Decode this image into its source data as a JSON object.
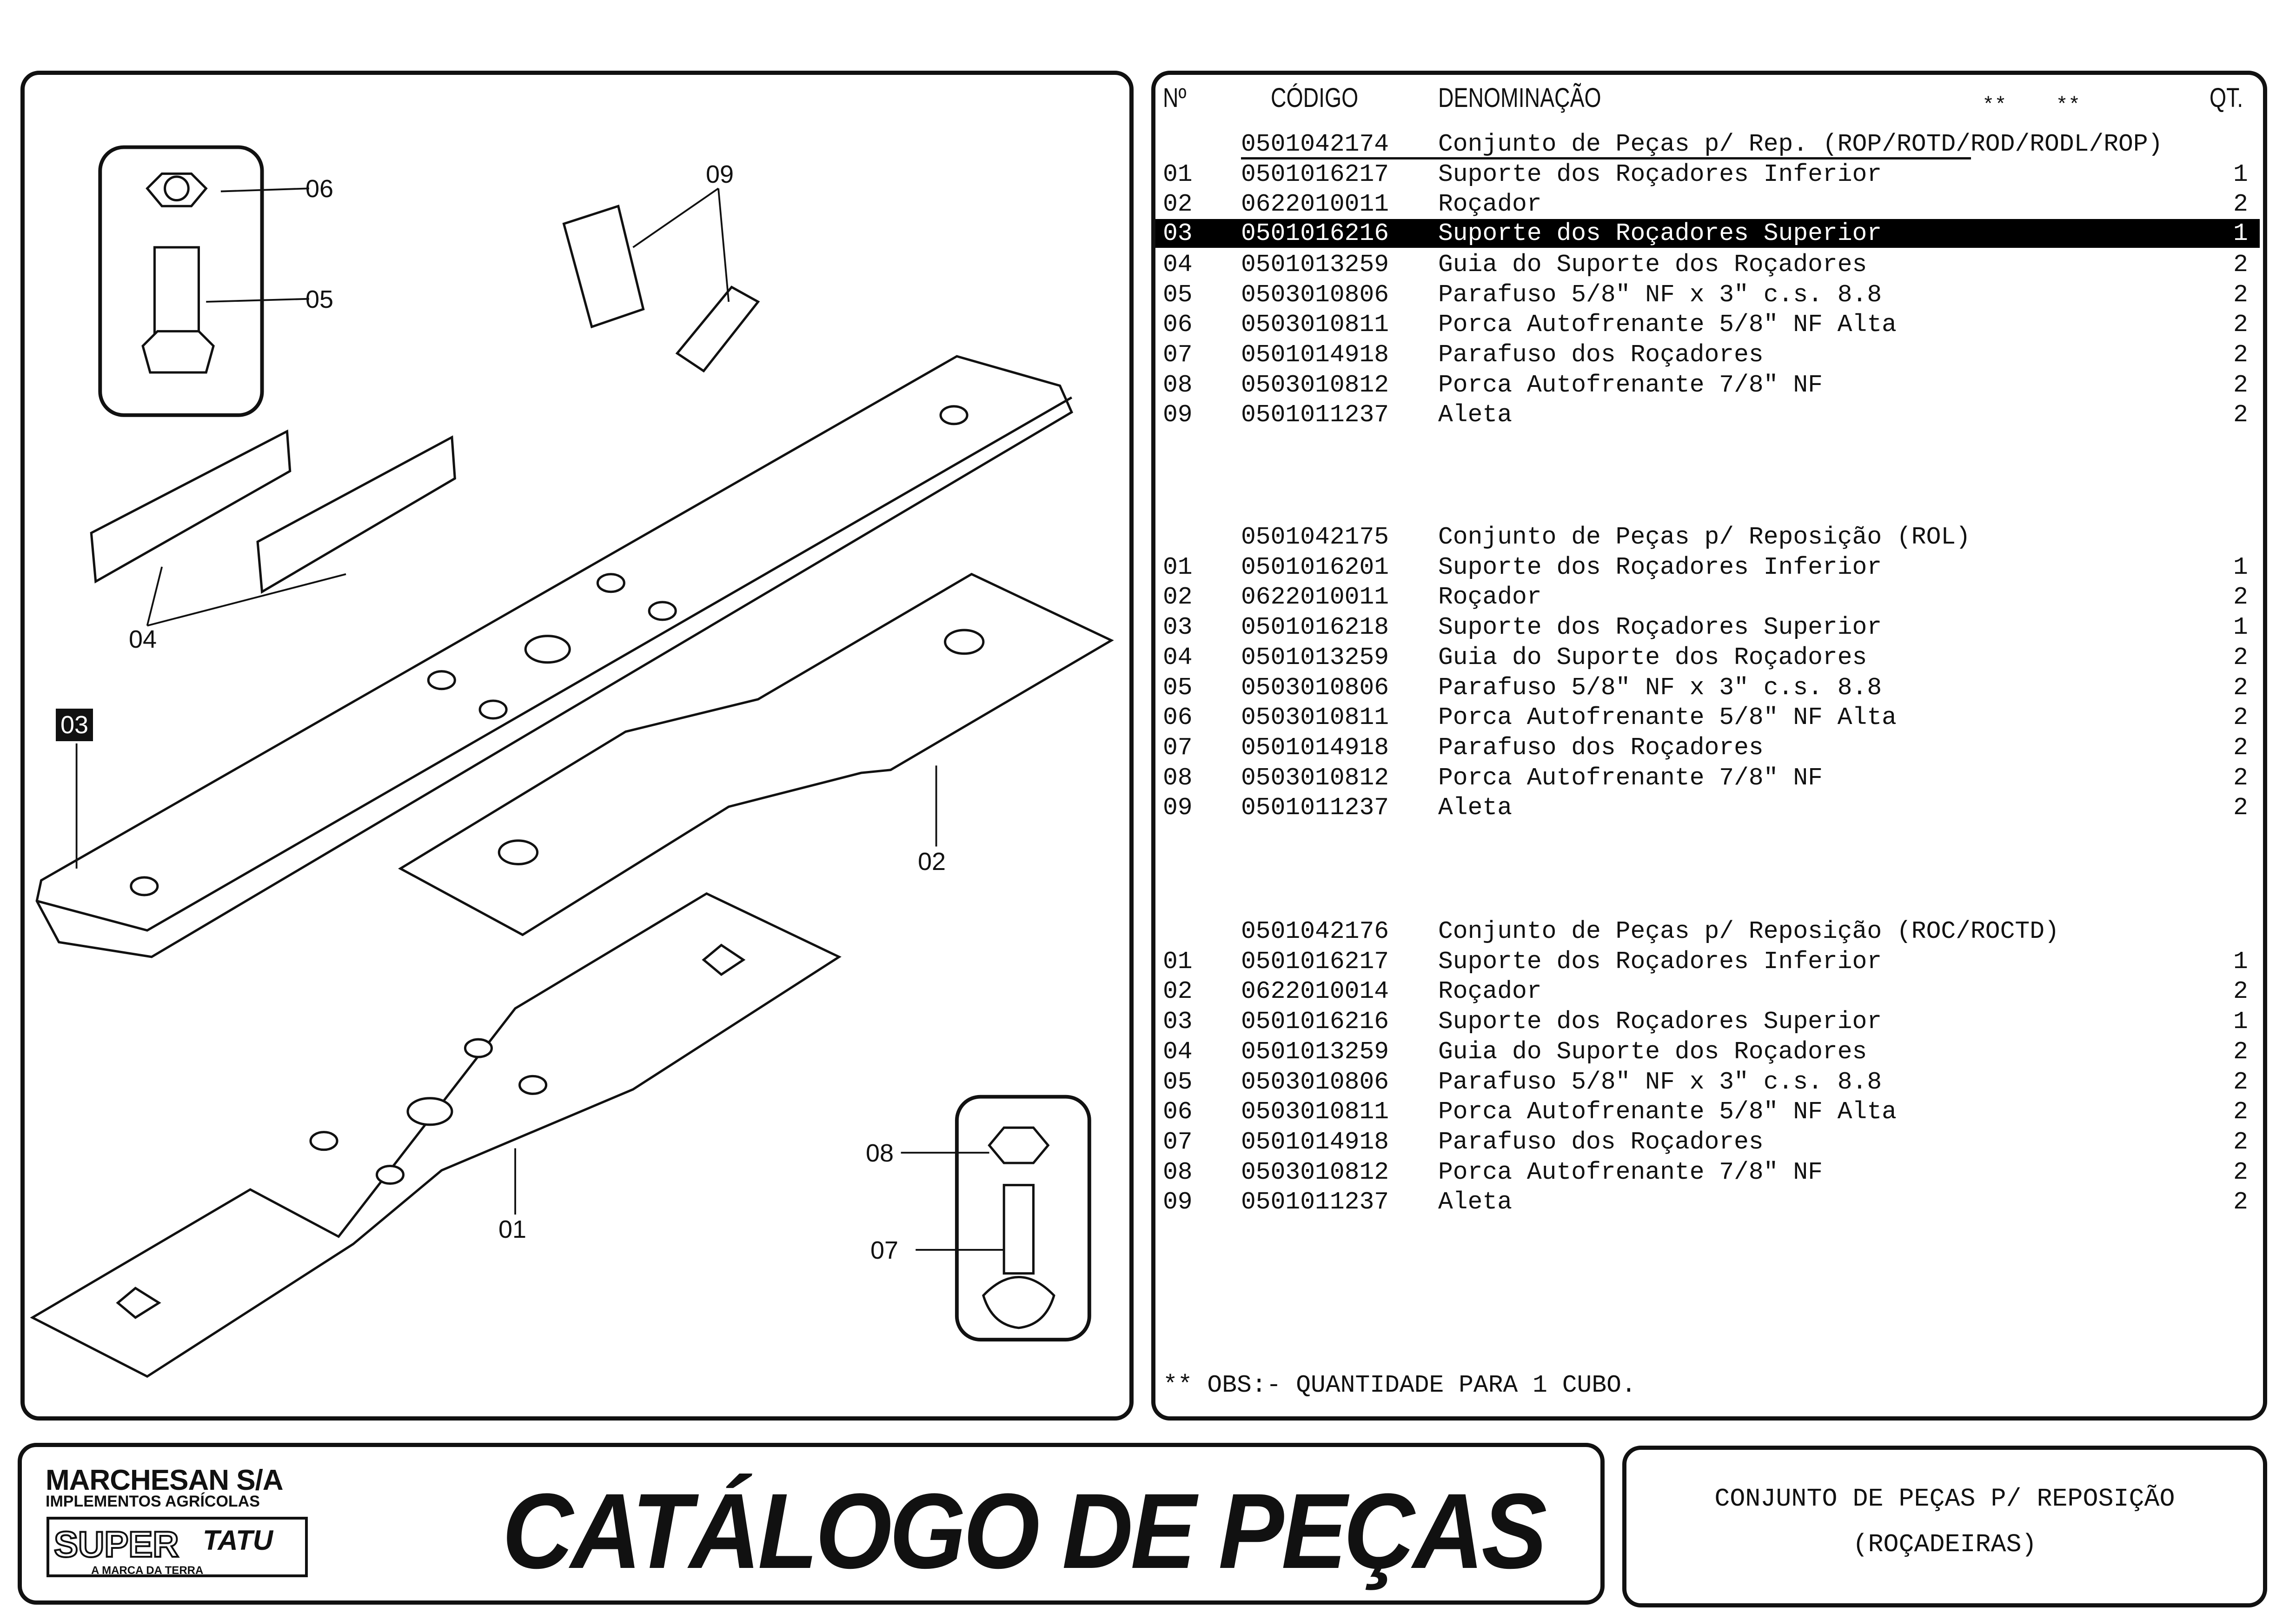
{
  "table": {
    "headers": {
      "no": "Nº",
      "code": "CÓDIGO",
      "desc": "DENOMINAÇÃO",
      "stars": "**    **",
      "qty": "QT."
    },
    "blocks": [
      {
        "code": "0501042174",
        "title": "Conjunto de Peças p/ Rep. (ROP/ROTD/ROD/RODL/ROP)",
        "rows": [
          {
            "no": "01",
            "code": "0501016217",
            "desc": "Suporte dos Roçadores Inferior",
            "qty": "1"
          },
          {
            "no": "02",
            "code": "0622010011",
            "desc": "Roçador",
            "qty": "2"
          },
          {
            "no": "03",
            "code": "0501016216",
            "desc": "Suporte dos Roçadores Superior",
            "qty": "1",
            "highlighted": true
          },
          {
            "no": "04",
            "code": "0501013259",
            "desc": "Guia do Suporte dos Roçadores",
            "qty": "2"
          },
          {
            "no": "05",
            "code": "0503010806",
            "desc": "Parafuso 5/8\" NF x 3\" c.s. 8.8",
            "qty": "2"
          },
          {
            "no": "06",
            "code": "0503010811",
            "desc": "Porca Autofrenante 5/8\" NF Alta",
            "qty": "2"
          },
          {
            "no": "07",
            "code": "0501014918",
            "desc": "Parafuso dos Roçadores",
            "qty": "2"
          },
          {
            "no": "08",
            "code": "0503010812",
            "desc": "Porca Autofrenante 7/8\" NF",
            "qty": "2"
          },
          {
            "no": "09",
            "code": "0501011237",
            "desc": "Aleta",
            "qty": "2"
          }
        ]
      },
      {
        "code": "0501042175",
        "title": "Conjunto de Peças p/ Reposição (ROL)",
        "rows": [
          {
            "no": "01",
            "code": "0501016201",
            "desc": "Suporte dos Roçadores Inferior",
            "qty": "1"
          },
          {
            "no": "02",
            "code": "0622010011",
            "desc": "Roçador",
            "qty": "2"
          },
          {
            "no": "03",
            "code": "0501016218",
            "desc": "Suporte dos Roçadores Superior",
            "qty": "1"
          },
          {
            "no": "04",
            "code": "0501013259",
            "desc": "Guia do Suporte dos Roçadores",
            "qty": "2"
          },
          {
            "no": "05",
            "code": "0503010806",
            "desc": "Parafuso 5/8\" NF x 3\" c.s. 8.8",
            "qty": "2"
          },
          {
            "no": "06",
            "code": "0503010811",
            "desc": "Porca Autofrenante 5/8\" NF Alta",
            "qty": "2"
          },
          {
            "no": "07",
            "code": "0501014918",
            "desc": "Parafuso dos Roçadores",
            "qty": "2"
          },
          {
            "no": "08",
            "code": "0503010812",
            "desc": "Porca Autofrenante 7/8\" NF",
            "qty": "2"
          },
          {
            "no": "09",
            "code": "0501011237",
            "desc": "Aleta",
            "qty": "2"
          }
        ]
      },
      {
        "code": "0501042176",
        "title": "Conjunto de Peças p/ Reposição (ROC/ROCTD)",
        "rows": [
          {
            "no": "01",
            "code": "0501016217",
            "desc": "Suporte dos Roçadores Inferior",
            "qty": "1"
          },
          {
            "no": "02",
            "code": "0622010014",
            "desc": "Roçador",
            "qty": "2"
          },
          {
            "no": "03",
            "code": "0501016216",
            "desc": "Suporte dos Roçadores Superior",
            "qty": "1"
          },
          {
            "no": "04",
            "code": "0501013259",
            "desc": "Guia do Suporte dos Roçadores",
            "qty": "2"
          },
          {
            "no": "05",
            "code": "0503010806",
            "desc": "Parafuso 5/8\" NF x 3\" c.s. 8.8",
            "qty": "2"
          },
          {
            "no": "06",
            "code": "0503010811",
            "desc": "Porca Autofrenante 5/8\" NF Alta",
            "qty": "2"
          },
          {
            "no": "07",
            "code": "0501014918",
            "desc": "Parafuso dos Roçadores",
            "qty": "2"
          },
          {
            "no": "08",
            "code": "0503010812",
            "desc": "Porca Autofrenante 7/8\" NF",
            "qty": "2"
          },
          {
            "no": "09",
            "code": "0501011237",
            "desc": "Aleta",
            "qty": "2"
          }
        ]
      }
    ],
    "note": "** OBS:- QUANTIDADE PARA 1 CUBO."
  },
  "drawing": {
    "labels": {
      "p01": "01",
      "p02": "02",
      "p03": "03",
      "p04": "04",
      "p05": "05",
      "p06": "06",
      "p07": "07",
      "p08": "08",
      "p09": "09"
    }
  },
  "footer": {
    "brand": "MARCHESAN S/A",
    "brand_sub": "IMPLEMENTOS AGRÍCOLAS",
    "logo_super": "SUPER",
    "logo_tatu": "TATU",
    "logo_slogan": "A MARCA DA TERRA",
    "title": "CATÁLOGO DE PEÇAS",
    "subtitle_line1": "CONJUNTO DE PEÇAS P/ REPOSIÇÃO",
    "subtitle_line2": "(ROÇADEIRAS)"
  }
}
